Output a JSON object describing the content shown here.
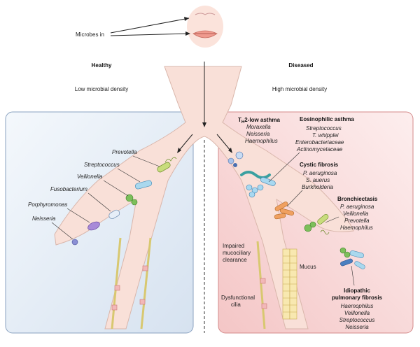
{
  "mouth_label": "Microbes in",
  "healthy": {
    "title": "Healthy",
    "subtitle": "Low microbial density",
    "microbes": [
      "Prevotella",
      "Streptococcus",
      "Veillonella",
      "Fusobacterium",
      "Porphyromonas",
      "Neisseria"
    ]
  },
  "diseased": {
    "title": "Diseased",
    "subtitle": "High microbial density",
    "th2_prefix": "T",
    "th2_sub": "H",
    "th2_suffix": "2-low asthma",
    "th2_microbes": [
      "Moraxella",
      "Neisseria",
      "Haemophilus"
    ],
    "eosinophilic": {
      "title": "Eosinophilic asthma",
      "microbes": [
        "Streptococcus",
        "T. whipplei",
        "Enterobacteriaceae",
        "Actinomycetaceae"
      ]
    },
    "cystic": {
      "title": "Cystic fibrosis",
      "microbes": [
        "P. aeruginosa",
        "S. auerus",
        "Burkholderia"
      ]
    },
    "bronchiectasis": {
      "title": "Bronchiectasis",
      "microbes": [
        "P. aeruginosa",
        "Veillonella",
        "Prevotella",
        "Haemophilus"
      ]
    },
    "ipf": {
      "title_line1": "Idiopathic",
      "title_line2": "pulmonary fibrosis",
      "microbes": [
        "Haemophilus",
        "Veillonella",
        "Streptococcus",
        "Neisseria"
      ]
    },
    "impaired_lines": [
      "Impaired",
      "mucociliary",
      "clearance"
    ],
    "mucus": "Mucus",
    "dysfunctional_lines": [
      "Dysfunctional",
      "cilia"
    ]
  },
  "colors": {
    "healthy_panel": "#e3ecf6",
    "diseased_panel": "#f9d9d9",
    "airway": "#f8dcd4"
  }
}
